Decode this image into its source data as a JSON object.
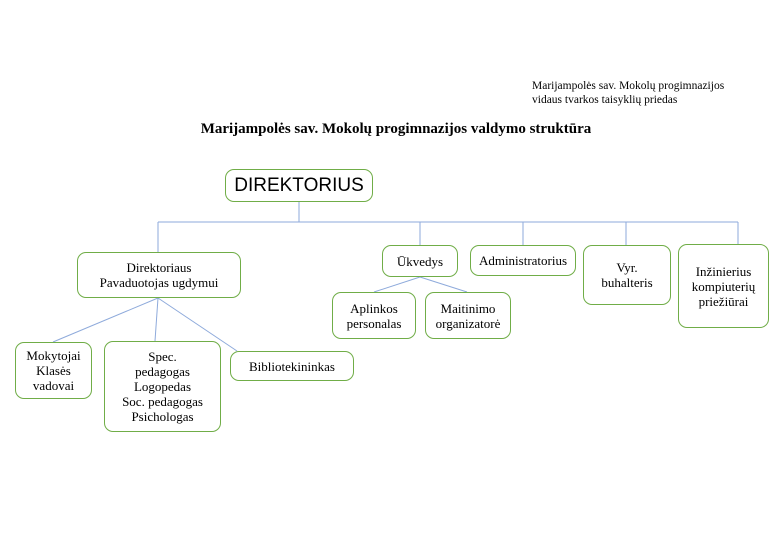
{
  "header_note": {
    "line1": "Marijampolės sav. Mokolų progimnazijos",
    "line2": "vidaus tvarkos taisyklių priedas"
  },
  "title": "Marijampolės sav. Mokolų progimnazijos valdymo struktūra",
  "nodes": {
    "director": [
      "DIREKTORIUS"
    ],
    "deputy": [
      "Direktoriaus",
      "Pavaduotojas ugdymui"
    ],
    "teachers": [
      "Mokytojai",
      "Klasės",
      "vadovai"
    ],
    "specialists": [
      "Spec.",
      "pedagogas",
      "Logopedas",
      "Soc. pedagogas",
      "Psichologas"
    ],
    "librarian": [
      "Bibliotekininkas"
    ],
    "caretaker": [
      "Ūkvedys"
    ],
    "cleaning": [
      "Aplinkos",
      "personalas"
    ],
    "catering": [
      "Maitinimo",
      "organizatorė"
    ],
    "administrator": [
      "Administratorius"
    ],
    "accountant": [
      "Vyr.",
      "buhalteris"
    ],
    "engineer": [
      "Inžinierius",
      "kompiuterių",
      "priežiūrai"
    ]
  },
  "colors": {
    "box_border": "#70ad47",
    "connector": "#8eaadb"
  }
}
